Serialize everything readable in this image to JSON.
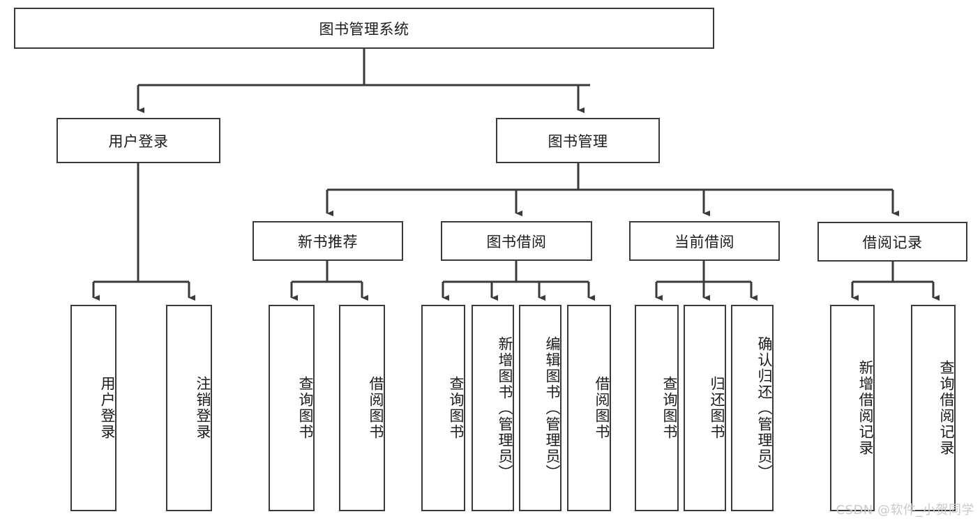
{
  "diagram": {
    "type": "tree-hierarchy",
    "title": "图书管理系统",
    "watermark": "CSDN @软件_小贺同学",
    "colors": {
      "box_border": "#3a3a3a",
      "box_fill": "#ffffff",
      "edge": "#3a3a3a",
      "text": "#1b1b1b",
      "watermark": "#c9c9c9",
      "background": "#ffffff"
    },
    "nodes": {
      "root": {
        "label": "图书管理系统",
        "level": 0,
        "orientation": "horizontal"
      },
      "user_login": {
        "label": "用户登录",
        "level": 1,
        "orientation": "horizontal"
      },
      "book_manage": {
        "label": "图书管理",
        "level": 1,
        "orientation": "horizontal"
      },
      "new_book_rec": {
        "label": "新书推荐",
        "level": 2,
        "orientation": "horizontal"
      },
      "book_borrow": {
        "label": "图书借阅",
        "level": 2,
        "orientation": "horizontal"
      },
      "current_borrow": {
        "label": "当前借阅",
        "level": 2,
        "orientation": "horizontal"
      },
      "borrow_record": {
        "label": "借阅记录",
        "level": 2,
        "orientation": "horizontal"
      },
      "leaf_user_login": {
        "label": "用户登录",
        "level": 3,
        "orientation": "vertical"
      },
      "leaf_logout": {
        "label": "注销登录",
        "level": 3,
        "orientation": "vertical"
      },
      "leaf_query_book_a": {
        "label": "查询图书",
        "level": 3,
        "orientation": "vertical"
      },
      "leaf_borrow_book_a": {
        "label": "借阅图书",
        "level": 3,
        "orientation": "vertical"
      },
      "leaf_query_book_b": {
        "label": "查询图书",
        "level": 3,
        "orientation": "vertical"
      },
      "leaf_add_book": {
        "label": "新增图书（管理员）",
        "level": 3,
        "orientation": "vertical"
      },
      "leaf_edit_book": {
        "label": "编辑图书（管理员）",
        "level": 3,
        "orientation": "vertical"
      },
      "leaf_borrow_book_b": {
        "label": "借阅图书",
        "level": 3,
        "orientation": "vertical"
      },
      "leaf_query_book_c": {
        "label": "查询图书",
        "level": 3,
        "orientation": "vertical"
      },
      "leaf_return_book": {
        "label": "归还图书",
        "level": 3,
        "orientation": "vertical"
      },
      "leaf_confirm_return": {
        "label": "确认归还（管理员）",
        "level": 3,
        "orientation": "vertical"
      },
      "leaf_add_record": {
        "label": "新增借阅记录",
        "level": 3,
        "orientation": "vertical"
      },
      "leaf_query_record": {
        "label": "查询借阅记录",
        "level": 3,
        "orientation": "vertical"
      }
    },
    "edges": [
      {
        "from": "root",
        "to": "user_login"
      },
      {
        "from": "root",
        "to": "book_manage"
      },
      {
        "from": "book_manage",
        "to": "new_book_rec"
      },
      {
        "from": "book_manage",
        "to": "book_borrow"
      },
      {
        "from": "book_manage",
        "to": "current_borrow"
      },
      {
        "from": "book_manage",
        "to": "borrow_record"
      },
      {
        "from": "user_login",
        "to": "leaf_user_login"
      },
      {
        "from": "user_login",
        "to": "leaf_logout"
      },
      {
        "from": "new_book_rec",
        "to": "leaf_query_book_a"
      },
      {
        "from": "new_book_rec",
        "to": "leaf_borrow_book_a"
      },
      {
        "from": "book_borrow",
        "to": "leaf_query_book_b"
      },
      {
        "from": "book_borrow",
        "to": "leaf_add_book"
      },
      {
        "from": "book_borrow",
        "to": "leaf_edit_book"
      },
      {
        "from": "book_borrow",
        "to": "leaf_borrow_book_b"
      },
      {
        "from": "current_borrow",
        "to": "leaf_query_book_c"
      },
      {
        "from": "current_borrow",
        "to": "leaf_return_book"
      },
      {
        "from": "current_borrow",
        "to": "leaf_confirm_return"
      },
      {
        "from": "borrow_record",
        "to": "leaf_add_record"
      },
      {
        "from": "borrow_record",
        "to": "leaf_query_record"
      }
    ]
  }
}
